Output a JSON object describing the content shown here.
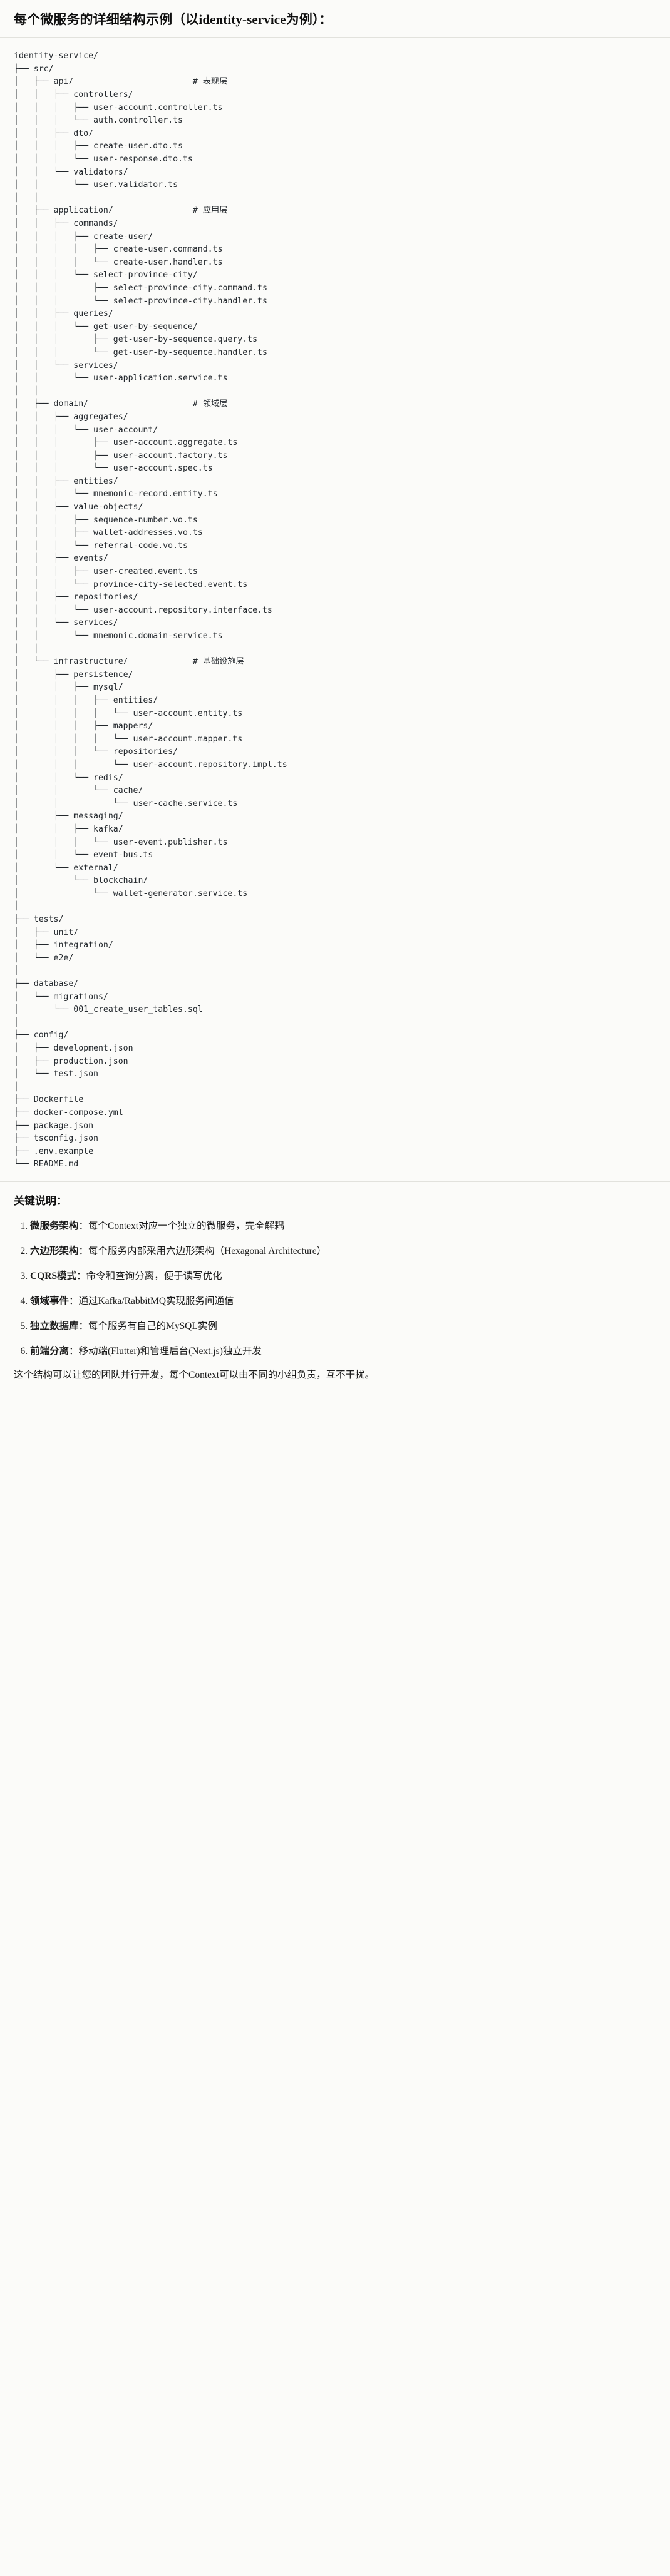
{
  "header": {
    "title": "每个微服务的详细结构示例（以identity-service为例）："
  },
  "tree": {
    "root_label": "identity-service/",
    "comments": {
      "api": "# 表现层",
      "application": "# 应用层",
      "domain": "# 领域层",
      "infrastructure": "# 基础设施层"
    },
    "text": "identity-service/\n├── src/\n│   ├── api/                        # 表现层\n│   │   ├── controllers/\n│   │   │   ├── user-account.controller.ts\n│   │   │   └── auth.controller.ts\n│   │   ├── dto/\n│   │   │   ├── create-user.dto.ts\n│   │   │   └── user-response.dto.ts\n│   │   └── validators/\n│   │       └── user.validator.ts\n│   │\n│   ├── application/                # 应用层\n│   │   ├── commands/\n│   │   │   ├── create-user/\n│   │   │   │   ├── create-user.command.ts\n│   │   │   │   └── create-user.handler.ts\n│   │   │   └── select-province-city/\n│   │   │       ├── select-province-city.command.ts\n│   │   │       └── select-province-city.handler.ts\n│   │   ├── queries/\n│   │   │   └── get-user-by-sequence/\n│   │   │       ├── get-user-by-sequence.query.ts\n│   │   │       └── get-user-by-sequence.handler.ts\n│   │   └── services/\n│   │       └── user-application.service.ts\n│   │\n│   ├── domain/                     # 领域层\n│   │   ├── aggregates/\n│   │   │   └── user-account/\n│   │   │       ├── user-account.aggregate.ts\n│   │   │       ├── user-account.factory.ts\n│   │   │       └── user-account.spec.ts\n│   │   ├── entities/\n│   │   │   └── mnemonic-record.entity.ts\n│   │   ├── value-objects/\n│   │   │   ├── sequence-number.vo.ts\n│   │   │   ├── wallet-addresses.vo.ts\n│   │   │   └── referral-code.vo.ts\n│   │   ├── events/\n│   │   │   ├── user-created.event.ts\n│   │   │   └── province-city-selected.event.ts\n│   │   ├── repositories/\n│   │   │   └── user-account.repository.interface.ts\n│   │   └── services/\n│   │       └── mnemonic.domain-service.ts\n│   │\n│   └── infrastructure/             # 基础设施层\n│       ├── persistence/\n│       │   ├── mysql/\n│       │   │   ├── entities/\n│       │   │   │   └── user-account.entity.ts\n│       │   │   ├── mappers/\n│       │   │   │   └── user-account.mapper.ts\n│       │   │   └── repositories/\n│       │   │       └── user-account.repository.impl.ts\n│       │   └── redis/\n│       │       └── cache/\n│       │           └── user-cache.service.ts\n│       ├── messaging/\n│       │   ├── kafka/\n│       │   │   └── user-event.publisher.ts\n│       │   └── event-bus.ts\n│       └── external/\n│           └── blockchain/\n│               └── wallet-generator.service.ts\n│\n├── tests/\n│   ├── unit/\n│   ├── integration/\n│   └── e2e/\n│\n├── database/\n│   └── migrations/\n│       └── 001_create_user_tables.sql\n│\n├── config/\n│   ├── development.json\n│   ├── production.json\n│   └── test.json\n│\n├── Dockerfile\n├── docker-compose.yml\n├── package.json\n├── tsconfig.json\n├── .env.example\n└── README.md"
  },
  "notes": {
    "title": "关键说明：",
    "items": [
      {
        "term": "微服务架构",
        "sep": "：",
        "body": "每个Context对应一个独立的微服务，完全解耦"
      },
      {
        "term": "六边形架构",
        "sep": "：",
        "body": "每个服务内部采用六边形架构（Hexagonal Architecture）"
      },
      {
        "term": "CQRS模式",
        "sep": "：",
        "body": "命令和查询分离，便于读写优化"
      },
      {
        "term": "领域事件",
        "sep": "：",
        "body": "通过Kafka/RabbitMQ实现服务间通信"
      },
      {
        "term": "独立数据库",
        "sep": "：",
        "body": "每个服务有自己的MySQL实例"
      },
      {
        "term": "前端分离",
        "sep": "：",
        "body": "移动端(Flutter)和管理后台(Next.js)独立开发"
      }
    ],
    "footer": "这个结构可以让您的团队并行开发，每个Context可以由不同的小组负责，互不干扰。"
  },
  "colors": {
    "page_bg": "#fbfbf9",
    "text": "#1c1c1c",
    "code_text": "#24292e",
    "divider": "#e2e2dd"
  }
}
